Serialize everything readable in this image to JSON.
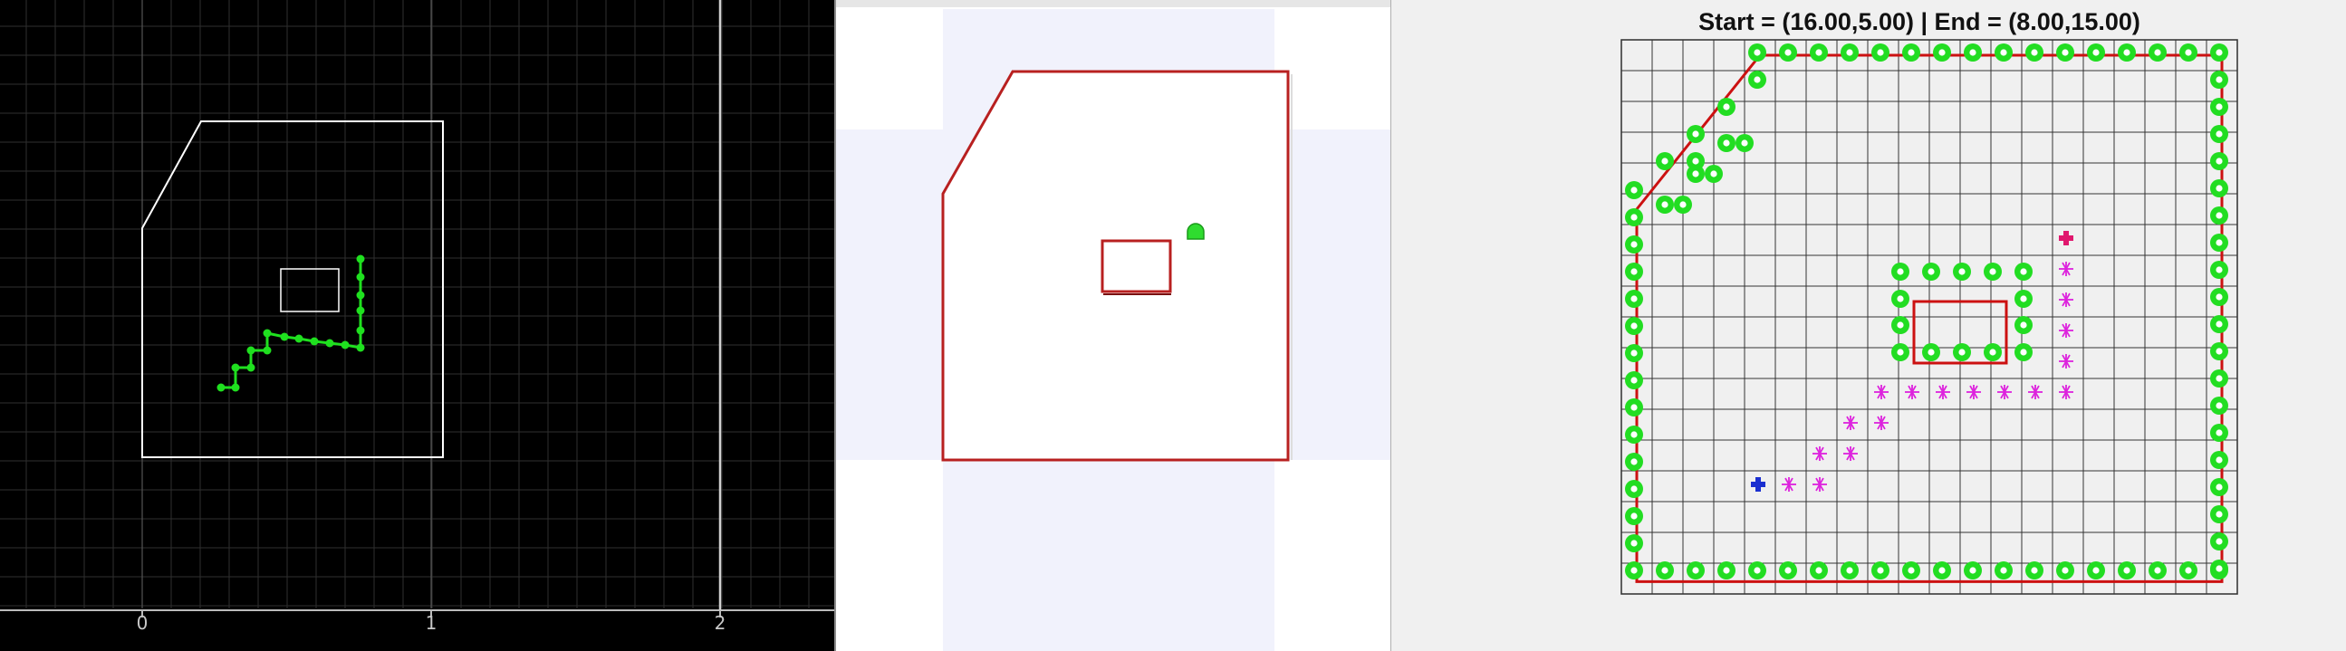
{
  "left_view": {
    "axis_tick_labels": [
      "0",
      "1",
      "2"
    ],
    "colors": {
      "background": "#000000",
      "grid": "#333333",
      "outline": "#ffffff",
      "path": "#1fe01f"
    }
  },
  "middle_view": {
    "colors": {
      "outline": "#b82020",
      "marker": "#2fdc2f",
      "band": "#eef0fb"
    }
  },
  "grid_view": {
    "title": "Start = (16.00,5.00) | End = (8.00,15.00)",
    "columns": 20,
    "rows": 18,
    "start_cell": [
      4,
      14
    ],
    "end_cell": [
      14,
      6
    ],
    "search_cells": [
      [
        5,
        14
      ],
      [
        6,
        14
      ],
      [
        6,
        13
      ],
      [
        7,
        13
      ],
      [
        7,
        12
      ],
      [
        8,
        12
      ],
      [
        8,
        11
      ],
      [
        9,
        11
      ],
      [
        10,
        11
      ],
      [
        11,
        11
      ],
      [
        12,
        11
      ],
      [
        13,
        11
      ],
      [
        14,
        11
      ],
      [
        14,
        10
      ],
      [
        14,
        9
      ],
      [
        14,
        8
      ],
      [
        14,
        7
      ]
    ],
    "colors": {
      "grid_line": "#333333",
      "obstacle_edge": "#cc1111",
      "node_fill": "#22dd22",
      "start_marker": "#1a2fd0",
      "end_marker": "#e0186e",
      "search_marker": "#dd22dd"
    },
    "icons": {
      "start": "plus-icon",
      "end": "plus-icon",
      "search": "asterisk-icon",
      "node": "ring-icon"
    }
  }
}
